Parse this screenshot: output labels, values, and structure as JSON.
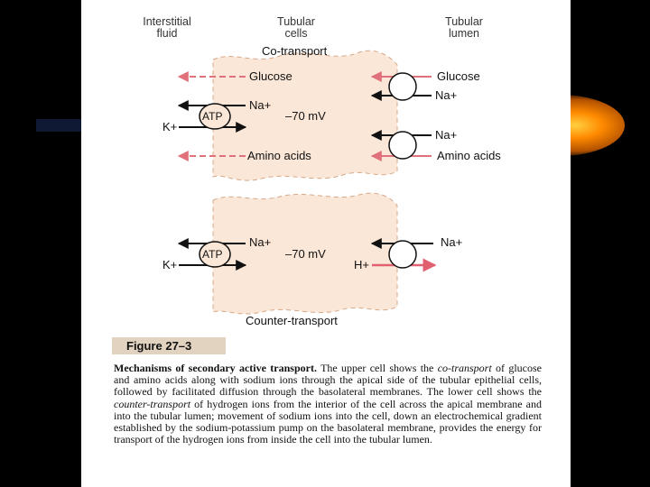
{
  "headers": {
    "interstitial": [
      "Interstitial",
      "fluid"
    ],
    "tubular_cells": [
      "Tubular",
      "cells"
    ],
    "tubular_lumen": [
      "Tubular",
      "lumen"
    ]
  },
  "co_transport": {
    "title": "Co-transport",
    "glucose_left": "Glucose",
    "glucose_right": "Glucose",
    "na_left": "Na+",
    "na_right_1": "Na+",
    "na_right_2": "Na+",
    "k": "K+",
    "atp": "ATP",
    "voltage": "–70 mV",
    "amino_left": "Amino acids",
    "amino_right": "Amino acids"
  },
  "counter_transport": {
    "title": "Counter-transport",
    "na_left": "Na+",
    "na_right": "Na+",
    "k": "K+",
    "h": "H+",
    "atp": "ATP",
    "voltage": "–70 mV"
  },
  "figure_label": "Figure 27–3",
  "caption": {
    "bold_lead": "Mechanisms of secondary active transport.",
    "part1": " The upper cell shows the ",
    "em1": "co-transport",
    "part2": " of glucose and amino acids along with sodium ions through the apical side of the tubular epithelial cells, followed by facilitated diffusion through the basolateral membranes. The lower cell shows the ",
    "em2": "counter-transport",
    "part3": " of hydrogen ions from the interior of the cell across the apical membrane and into the tubular lumen; movement of sodium ions into the cell, down an electrochemical gradient established by the sodium-potassium pump on the basolateral membrane, provides the energy for transport of the hydrogen ions from inside the cell into the tubular lumen."
  },
  "colors": {
    "background": "#000000",
    "panel": "#ffffff",
    "cell_fill": "#fbe7d7",
    "cell_dash": "#d5a889",
    "dashed_arrow": "#e0707a",
    "solid_arrow": "#111111",
    "h_arrow": "#e06070",
    "glow_outer": "#5a2a00",
    "glow_mid": "#ff8a00",
    "glow_inner": "#ffd040"
  }
}
